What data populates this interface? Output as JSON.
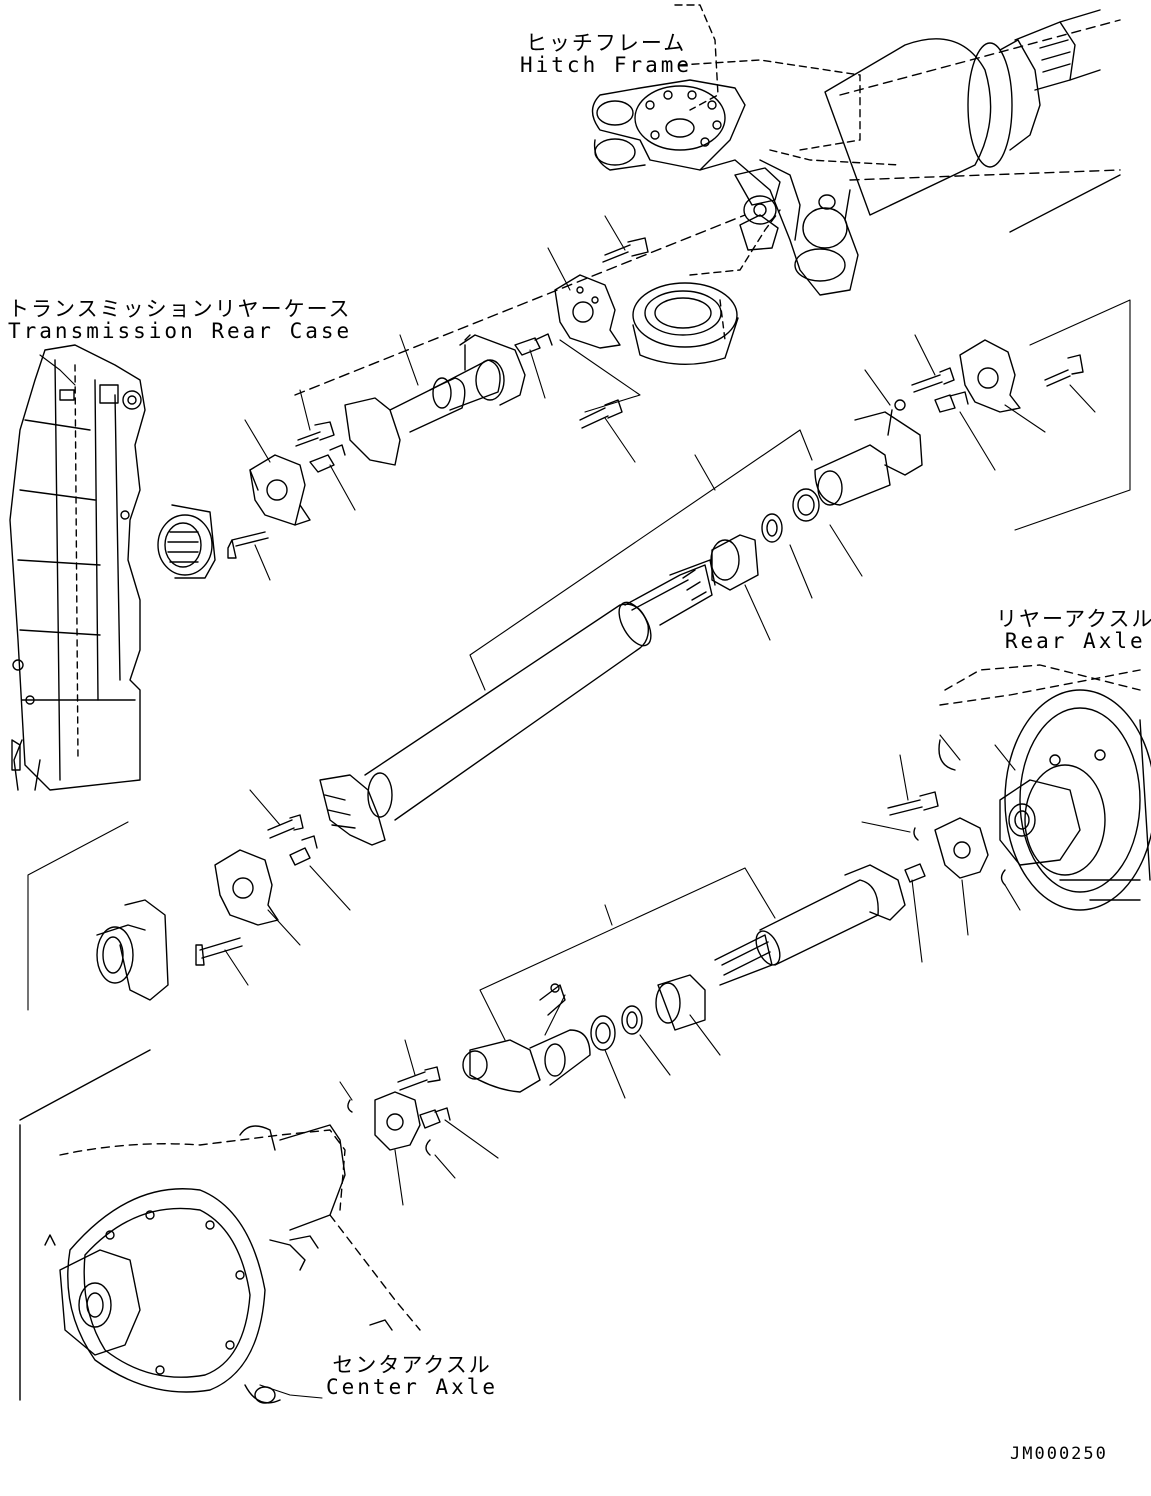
{
  "labels": {
    "hitch_frame": {
      "jp": "ヒッチフレーム",
      "en": "Hitch Frame"
    },
    "transmission_rear_case": {
      "jp": "トランスミッションリヤーケース",
      "en": "Transmission Rear Case"
    },
    "rear_axle": {
      "jp": "リヤーアクスル",
      "en": "Rear Axle"
    },
    "center_axle": {
      "jp": "センタアクスル",
      "en": "Center Axle"
    }
  },
  "drawing_id": "JM000250",
  "colors": {
    "line": "#000000",
    "background": "#ffffff"
  }
}
